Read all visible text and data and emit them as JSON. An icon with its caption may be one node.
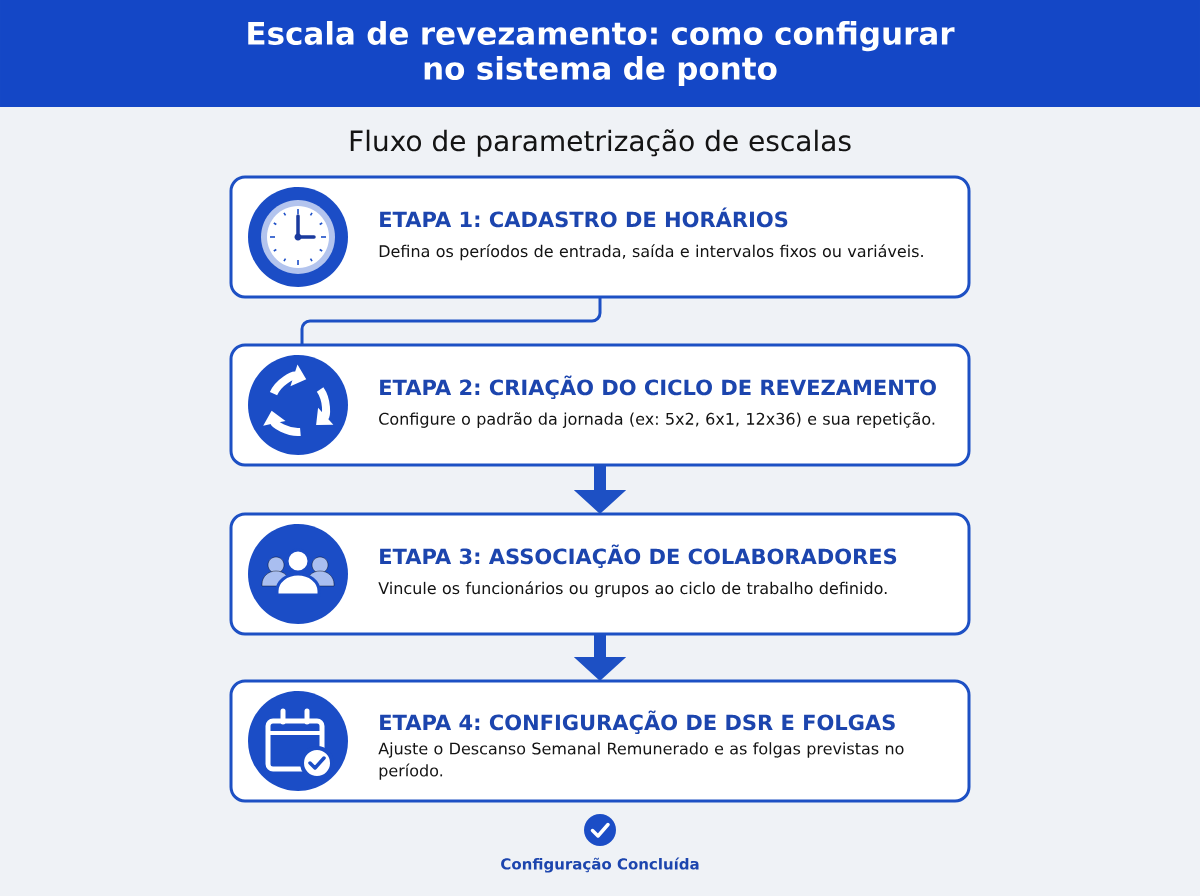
{
  "diagram": {
    "title": "Escala de revezamento: como configurar no sistema de ponto",
    "nodes": [
      {
        "text": [
          "ETAPA 1: CADASTRO DE HORÁRIOS",
          "Defina os períodos de entrada, saída e intervalos fixos ou variáveis."
        ]
      },
      {
        "text": [
          "ETAPA 2: CRIAÇÃO DO CICLO DE REVEZAMENTO",
          "Configure o padrão da jornada (ex: 5x2, 6x1, 12x36) e sua repetição."
        ]
      },
      {
        "text": [
          "ETAPA 3: ASSOCIAÇÃO DE COLABORADORES",
          "Vincule os funcionários ou grupos ao ciclo de trabalho definido."
        ]
      },
      {
        "text": [
          "ETAPA 4: CONFIGURAÇÃO DE DSR E FOLGAS",
          "Ajuste o Descanso Semanal Remunerado e as folgas previstas no período."
        ]
      }
    ],
    "edges": [
      {
        "from": 0,
        "to": 1,
        "arrow": "none"
      },
      {
        "from": 1,
        "to": 2,
        "arrow": "to"
      },
      {
        "from": 2,
        "to": 3,
        "arrow": "to"
      }
    ],
    "labels": [
      "Fluxo de parametrização de escalas",
      "Configuração Concluída"
    ]
  }
}
